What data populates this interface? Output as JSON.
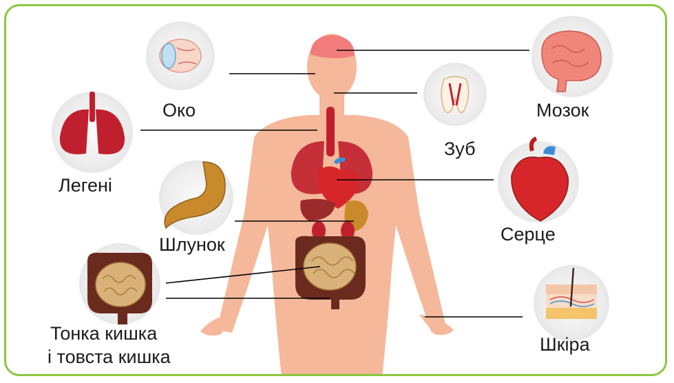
{
  "labels": {
    "eye": "Око",
    "brain": "Мозок",
    "tooth": "Зуб",
    "lungs": "Легені",
    "stomach": "Шлунок",
    "heart": "Серце",
    "intestine_line1": "Тонка кишка",
    "intestine_line2": "і товста кишка",
    "skin": "Шкіра"
  },
  "colors": {
    "frame": "#8cc63f",
    "body": "#f5b89a",
    "organ_red": "#c0202e",
    "stomach": "#c98a2c",
    "intestine": "#6b2a1e",
    "small_intestine": "#d9b27a",
    "line": "#000000"
  }
}
